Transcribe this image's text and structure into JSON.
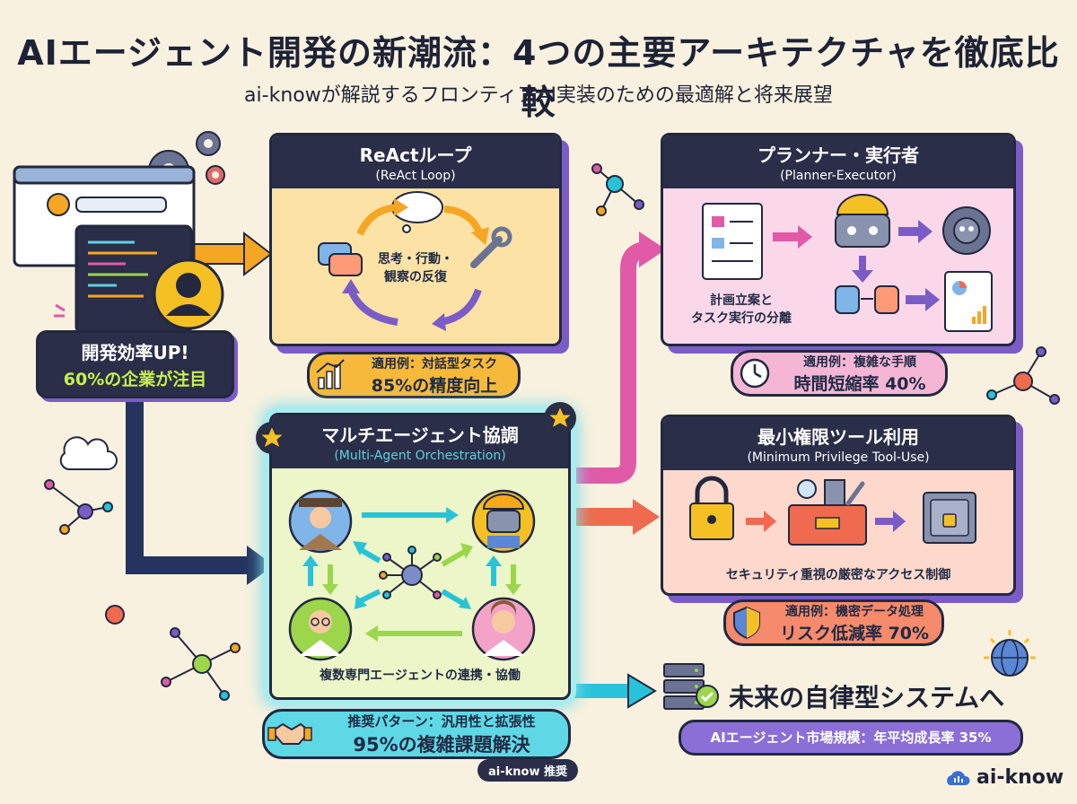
{
  "header": {
    "title": "AIエージェント開発の新潮流：4つの主要アーキテクチャを徹底比較",
    "subtitle": "ai-knowが解説するフロンティアAI実装のための最適解と将来展望"
  },
  "dev_badge": {
    "line1": "開発効率UP!",
    "line2": "60%の企業が注目"
  },
  "react": {
    "title": "ReActループ",
    "subtitle": "(ReAct Loop)",
    "desc": [
      "思考・行動・",
      "観察の反復"
    ],
    "example_label": "適用例：対話型タスク",
    "example_value": "85%の精度向上"
  },
  "planner": {
    "title": "プランナー・実行者",
    "subtitle": "(Planner-Executor)",
    "desc": [
      "計画立案と",
      "タスク実行の分離"
    ],
    "example_label": "適用例：複雑な手順",
    "example_value": "時間短縮率 40%"
  },
  "multi": {
    "title": "マルチエージェント協調",
    "subtitle": "(Multi-Agent Orchestration)",
    "desc": "複数専門エージェントの連携・協働",
    "example_label": "推奨パターン：汎用性と拡張性",
    "example_value": "95%の複雑課題解決",
    "tag": "ai-know 推奨"
  },
  "minpriv": {
    "title": "最小権限ツール利用",
    "subtitle": "(Minimum Privilege Tool-Use)",
    "desc": "セキュリティ重視の厳密なアクセス制御",
    "example_label": "適用例：機密データ処理",
    "example_value": "リスク低減率 70%"
  },
  "future": {
    "title": "未来の自律型システムへ",
    "market": "AIエージェント市場規模：年平均成長率 35%"
  },
  "brand": {
    "name": "ai-know"
  },
  "colors": {
    "react_bg": "#fde2a6",
    "planner_bg": "#fbd7ea",
    "multi_bg": "#ecf6c8",
    "minpriv_bg": "#fcd9cc",
    "accent_purple": "#7b5cc7",
    "arrow_navy": "#24345f",
    "arrow_orange": "#f5a623",
    "arrow_pink": "#e05aa8",
    "arrow_coral": "#f06a4f",
    "arrow_cyan": "#28c3d8"
  },
  "icons": [
    "browser-window-icon",
    "code-window-icon",
    "user-avatar-icon",
    "gear-icon",
    "cloud-icon",
    "network-node-icon",
    "chat-bubble-icon",
    "thought-cloud-icon",
    "wrench-icon",
    "chart-icon",
    "document-flow-icon",
    "robot-worker-icon",
    "robot-gear-icon",
    "database-icon",
    "report-icon",
    "clock-icon",
    "detective-agent-icon",
    "doctor-agent-icon",
    "woman-agent-icon",
    "hub-node-icon",
    "handshake-icon",
    "padlock-icon",
    "toolbox-icon",
    "safe-icon",
    "shield-icon",
    "server-icon",
    "globe-icon",
    "star-icon"
  ]
}
